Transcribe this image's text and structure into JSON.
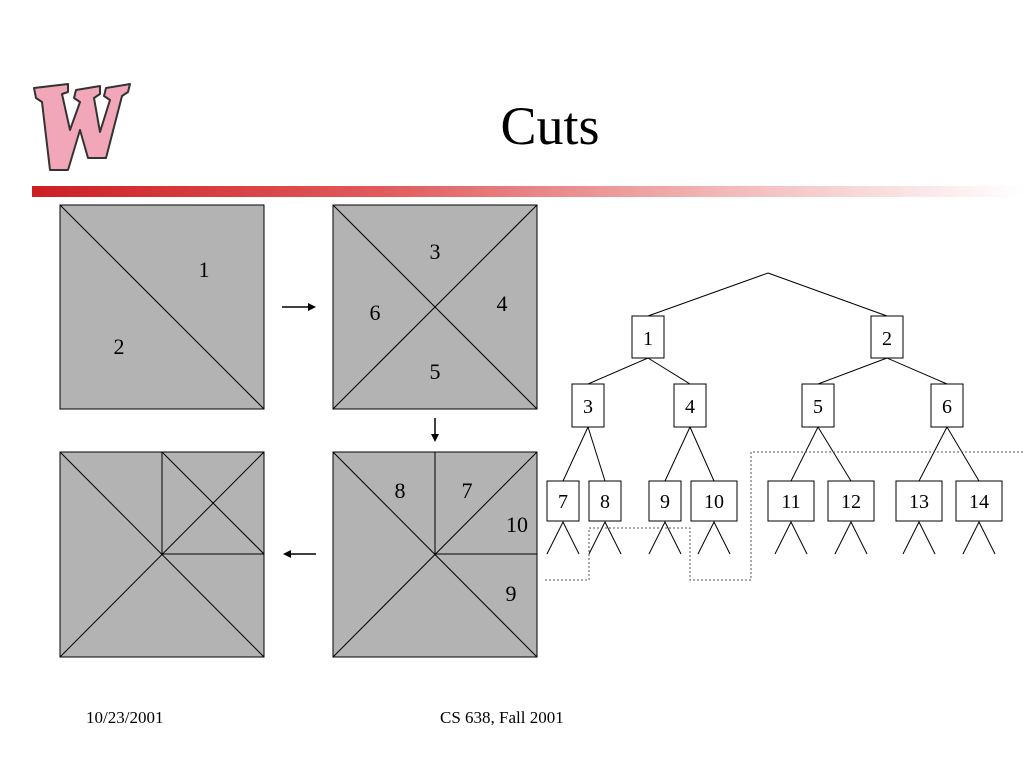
{
  "slide": {
    "title": "Cuts",
    "footer_left": "10/23/2001",
    "footer_center": "CS 638, Fall 2001",
    "logo_icon": "wisconsin-w-logo-icon",
    "colors": {
      "panel_fill": "#b3b3b3",
      "rule_start": "#cc1f24",
      "logo_fill": "#f2a7b8"
    }
  },
  "panels": {
    "first": {
      "labels": [
        "1",
        "2"
      ]
    },
    "second": {
      "labels": [
        "3",
        "4",
        "5",
        "6"
      ]
    },
    "fourth": {
      "labels": [
        "8",
        "7",
        "10",
        "9"
      ]
    }
  },
  "tree": {
    "level1": [
      "1",
      "2"
    ],
    "level2": [
      "3",
      "4",
      "5",
      "6"
    ],
    "level3": [
      "7",
      "8",
      "9",
      "10",
      "11",
      "12",
      "13",
      "14"
    ]
  }
}
